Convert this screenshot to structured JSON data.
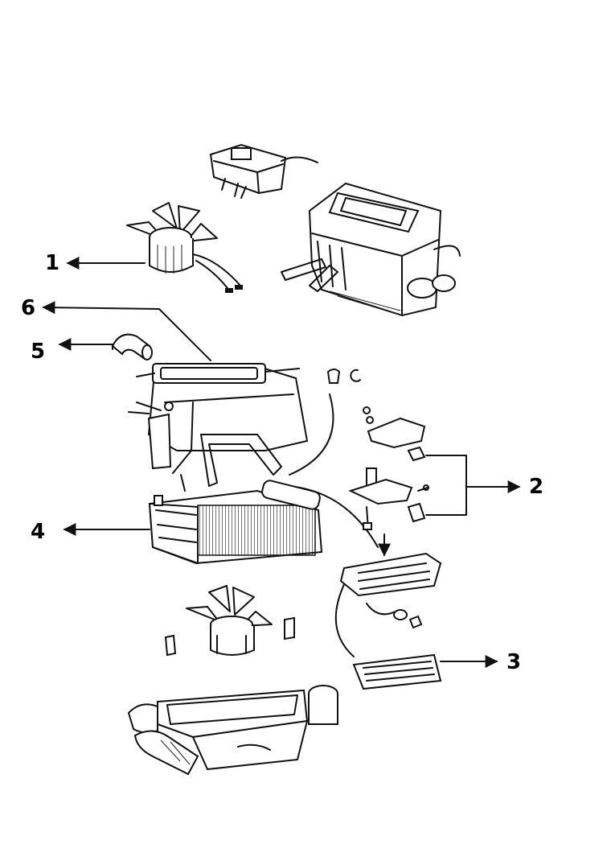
{
  "callouts": [
    {
      "id": "1",
      "label": "1"
    },
    {
      "id": "2",
      "label": "2"
    },
    {
      "id": "3",
      "label": "3"
    },
    {
      "id": "4",
      "label": "4"
    },
    {
      "id": "5",
      "label": "5"
    },
    {
      "id": "6",
      "label": "6"
    }
  ],
  "colors": {
    "ink": "#111111",
    "paper": "#ffffff"
  }
}
